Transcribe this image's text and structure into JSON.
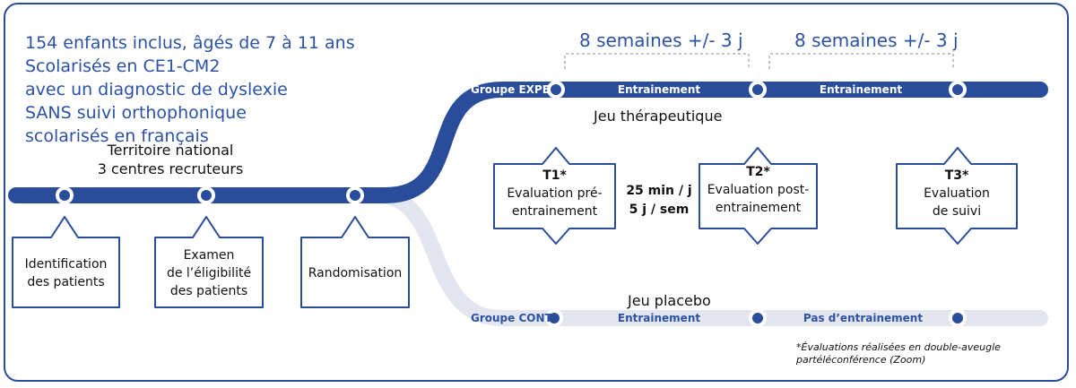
{
  "intro": {
    "lines": [
      "154 enfants inclus, âgés de 7 à 11 ans",
      "Scolarisés en CE1-CM2",
      "avec un diagnostic de dyslexie",
      "SANS suivi orthophonique",
      "scolarisés en français"
    ]
  },
  "recruitment": {
    "line1": "Territoire national",
    "line2": "3 centres recruteurs"
  },
  "steps": {
    "identification": {
      "line1": "Identification",
      "line2": "des patients"
    },
    "eligibility": {
      "line1": "Examen",
      "line2": "de l’éligibilité",
      "line3": "des patients"
    },
    "randomisation": {
      "label": "Randomisation"
    }
  },
  "durations": {
    "first": "8 semaines +/- 3 j",
    "second": "8 semaines +/- 3 j"
  },
  "expe": {
    "label": "Groupe EXPE",
    "segment1": "Entrainement",
    "segment2": "Entrainement",
    "game": "Jeu thérapeutique"
  },
  "cont": {
    "label": "Groupe CONT",
    "segment1": "Entrainement",
    "segment2": "Pas d’entrainement",
    "game": "Jeu placebo"
  },
  "evaluations": {
    "t1": {
      "head": "T1*",
      "line1": "Evaluation pré-",
      "line2": "entrainement"
    },
    "t2": {
      "head": "T2*",
      "line1": "Evaluation post-",
      "line2": "entrainement"
    },
    "t3": {
      "head": "T3*",
      "line1": "Evaluation",
      "line2": "de suivi"
    }
  },
  "frequency": {
    "line1": "25 min / j",
    "line2": "5 j / sem"
  },
  "footnote": {
    "line1": "*Évaluations réalisées en double-aveugle",
    "line2": "partéléconférence (Zoom)"
  },
  "colors": {
    "primary": "#2c52a6",
    "dark": "#1f3f8f",
    "light": "#e3e6ee"
  }
}
